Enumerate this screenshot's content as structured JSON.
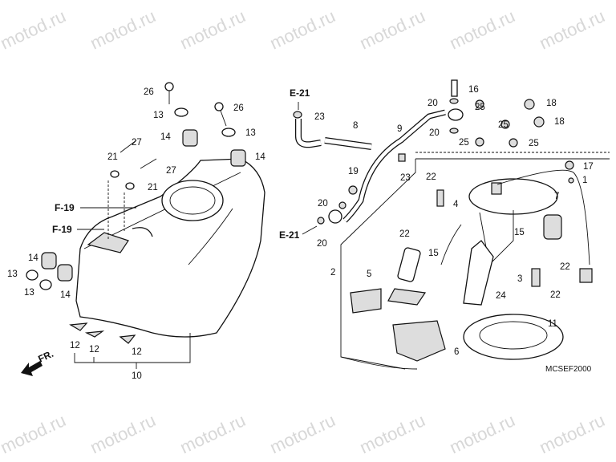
{
  "watermark": "motod.ru",
  "diagram_code": "MCSEF2000",
  "front_arrow": "FR.",
  "refs": {
    "f19a": "F-19",
    "f19b": "F-19",
    "e21a": "E-21",
    "e21b": "E-21"
  },
  "callouts": {
    "c26a": "26",
    "c13a": "13",
    "c14a": "14",
    "c26b": "26",
    "c13b": "13",
    "c14b": "14",
    "c27a": "27",
    "c21a": "21",
    "c27b": "27",
    "c21b": "21",
    "c14c": "14",
    "c13c": "13",
    "c14d": "14",
    "c13d": "13",
    "c12a": "12",
    "c12b": "12",
    "c12c": "12",
    "c10": "10",
    "c23a": "23",
    "c8": "8",
    "c9": "9",
    "c16": "16",
    "c20a": "20",
    "c20b": "20",
    "c25a": "25",
    "c25b": "25",
    "c25c": "25",
    "c25d": "25",
    "c18a": "18",
    "c18b": "18",
    "c19": "19",
    "c23b": "23",
    "c22a": "22",
    "c4": "4",
    "c20c": "20",
    "c20d": "20",
    "c22b": "22",
    "c15a": "15",
    "c15b": "15",
    "c7": "7",
    "c17": "17",
    "c1": "1",
    "c22c": "22",
    "c3": "3",
    "c22d": "22",
    "c24": "24",
    "c2": "2",
    "c5": "5",
    "c11": "11",
    "c6": "6"
  }
}
